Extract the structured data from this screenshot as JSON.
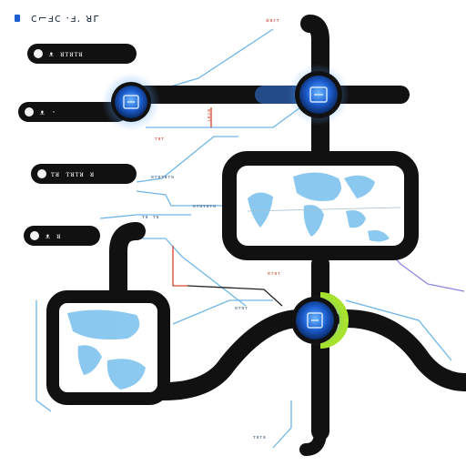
{
  "header": {
    "title": "ᴄ⌐ⅎᴄ ·ⅎ. ᴚᴦ",
    "corner_mark": "≡ᴚᴦᴛ"
  },
  "pills": [
    {
      "label": "ᴥ ᴚᴛᴚᴛᴚ"
    },
    {
      "label": "ᴥ ·"
    },
    {
      "label": "ᴛᴚ ᴛᴚᴛᴚ ᴚ"
    },
    {
      "label": "ᴥ ᴚ"
    }
  ],
  "annotations": {
    "right_vertical": "ᴚᴛᴚᴛ",
    "mid_small_1": "ᴛᴚᴛ",
    "mid_small_2": "ᴚᴛᴚᴛᴚᴛᴚ",
    "mid_small_3": "ᴛᴚ ᴛᴚ",
    "center_label": "ᴚᴛᴚᴛᴚᴛᴚ",
    "lower_label": "ᴚᴛᴚᴛ",
    "bottom_label": "ᴛᴚᴛᴚ"
  },
  "colors": {
    "pipe": "#111111",
    "node_blue": "#1d5fd1",
    "node_glow": "#5aa7ff",
    "accent_green": "#a6e22e",
    "line_blue": "#6fb6e6",
    "line_red": "#d9432b",
    "line_purple": "#8f8ae0",
    "map_blue": "#7fc3ee"
  },
  "icons": [
    "logo-icon",
    "node-icon",
    "map-icon"
  ]
}
